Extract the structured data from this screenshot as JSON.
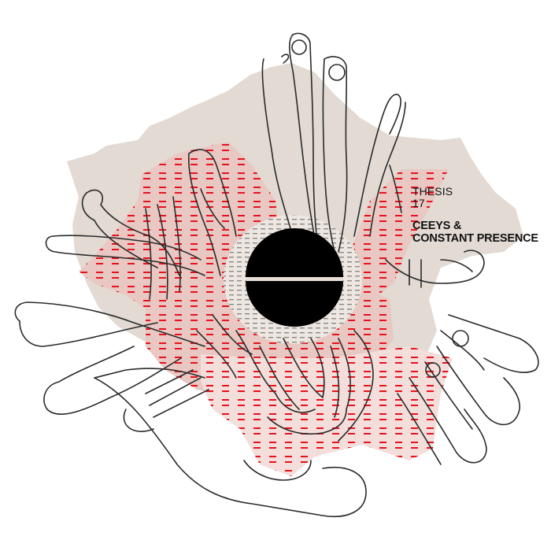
{
  "cover": {
    "label": "THESIS",
    "catalog_number": "17",
    "artist_line_1": "CEEYS &",
    "artist_line_2": "CONSTANT PRESENCE"
  },
  "colors": {
    "background": "#ffffff",
    "beige_field": "#e2dad3",
    "pink_field": "#e9c7c2",
    "light_pink_field": "#f3dedb",
    "dash_red": "#e8121c",
    "hand_outline": "#2a2a2a",
    "disc": "#000000",
    "disc_split": "#e6ddd6",
    "text": "#111111"
  }
}
